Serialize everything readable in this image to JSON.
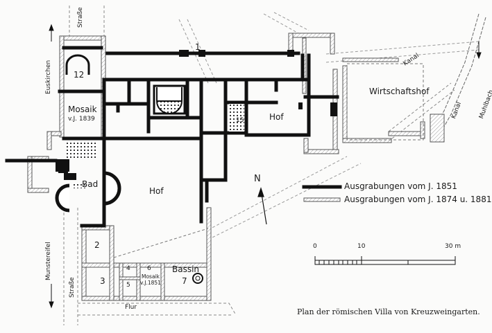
{
  "caption": "Plan der römischen Villa von Kreuzweingarten.",
  "streets": {
    "top": "Straße",
    "left": "Straße",
    "euskirchen": "Euskirchen",
    "munstereifel": "Munstereifel",
    "flur": "Flur"
  },
  "features": {
    "kanal_top": "Kanal",
    "kanal_right": "Kanal",
    "muhlbach": "Muhlbach",
    "wirtschaftshof": "Wirtschaftshof"
  },
  "rooms": {
    "r1": "1",
    "r12": "12",
    "mosaik_a": "Mosaik",
    "mosaik_a_year": "v.J. 1839",
    "r15": "15",
    "hof_east": "Hof",
    "hof_main": "Hof",
    "bad": "Bad",
    "r2": "2",
    "r3": "3",
    "r4": "4",
    "r5": "5",
    "r6": "6",
    "mosaik_b": "Mosaik",
    "mosaik_b_year": "v.J.1851",
    "bassin": "Bassin",
    "r7": "7"
  },
  "north_label": "N",
  "legend": {
    "solid": "Ausgrabungen vom J. 1851",
    "dashed": "Ausgrabungen vom J. 1874 u. 1881"
  },
  "scale": {
    "label_0": "0",
    "label_10": "10",
    "label_30": "30 m"
  },
  "colors": {
    "ink": "#1a1a1a",
    "hatch_fill": "#e4e4e4",
    "paper": "#fbfbfa"
  }
}
